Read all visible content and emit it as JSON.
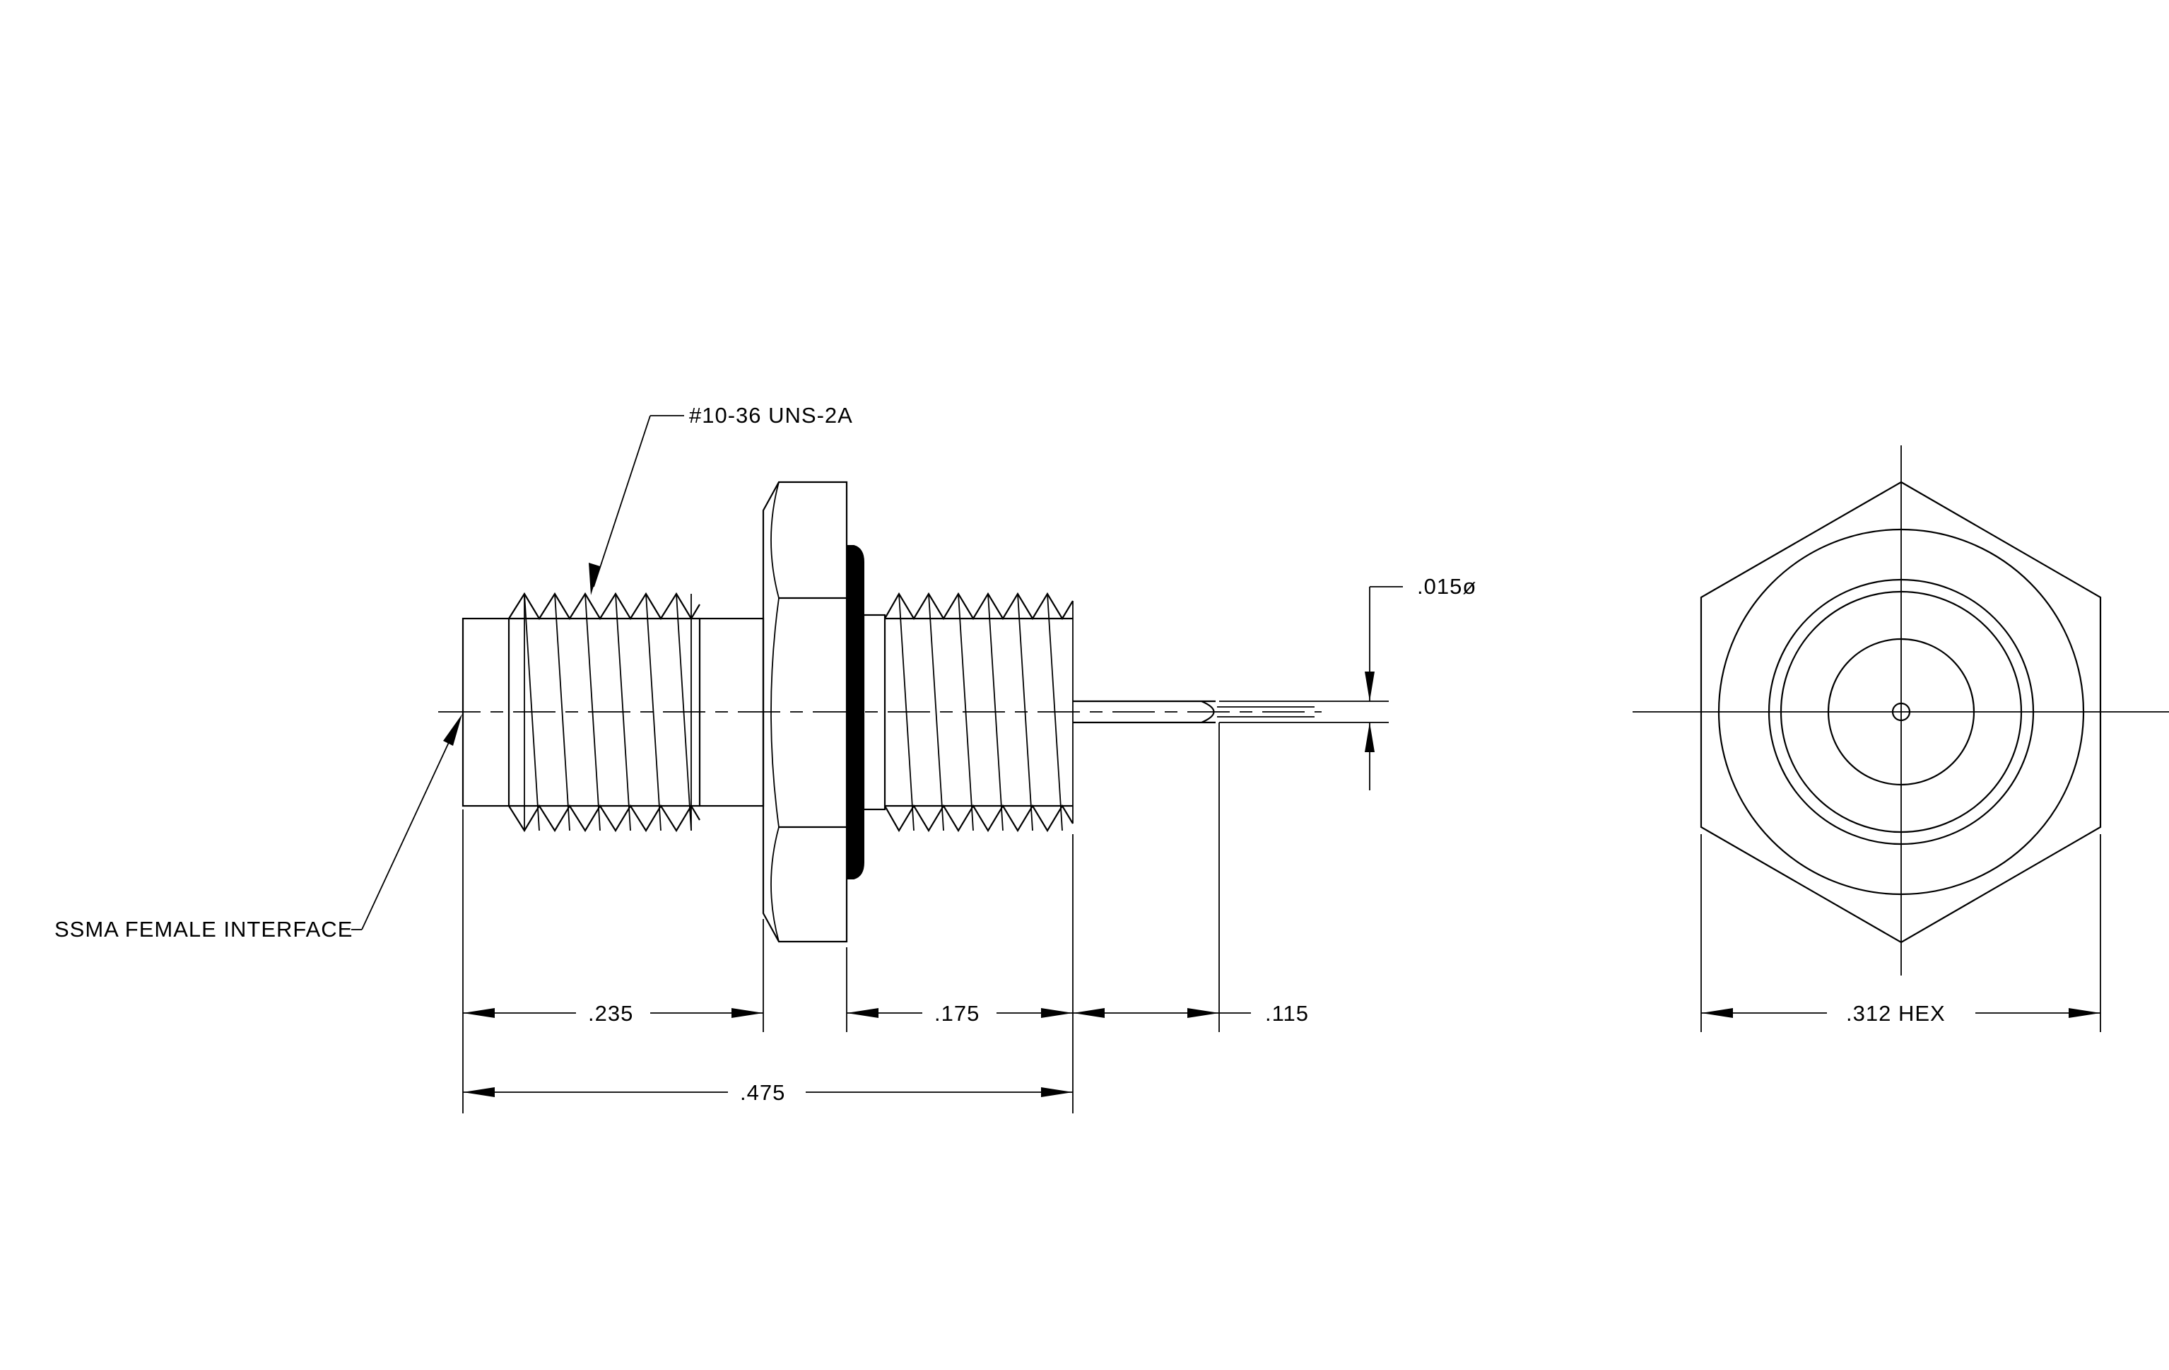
{
  "callouts": {
    "thread_spec": "#10-36 UNS-2A",
    "interface": "SSMA FEMALE INTERFACE",
    "pin_diameter": ".015ø"
  },
  "dimensions": {
    "front_length": ".235",
    "rear_thread_length": ".175",
    "pin_length": ".115",
    "overall_length": ".475",
    "hex_size": ".312 HEX"
  },
  "colors": {
    "line": "#000000",
    "background": "#ffffff"
  }
}
